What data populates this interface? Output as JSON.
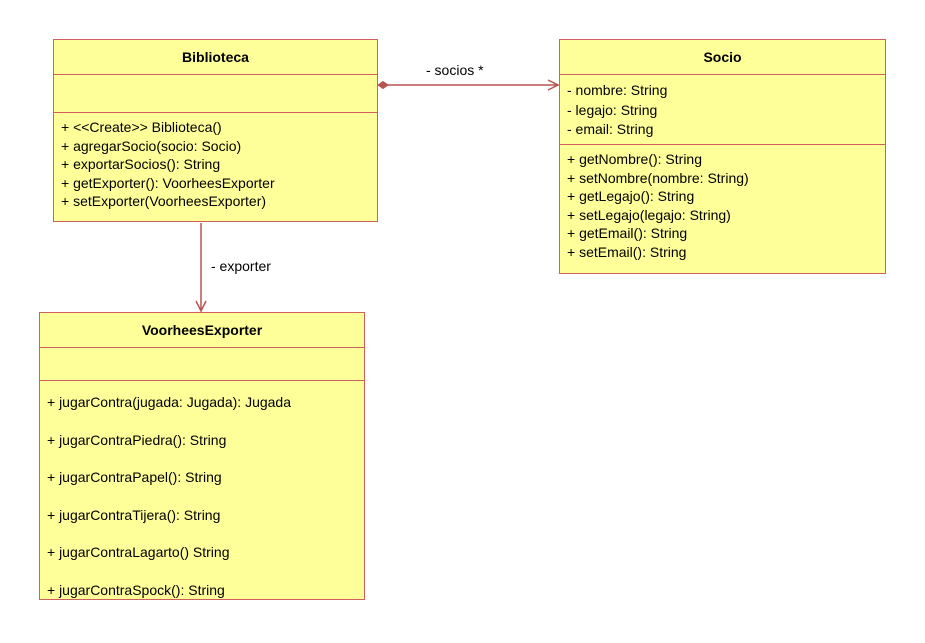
{
  "classes": {
    "biblioteca": {
      "name": "Biblioteca",
      "attributes": [],
      "methods": [
        "+ <<Create>> Biblioteca()",
        "+ agregarSocio(socio: Socio)",
        "+ exportarSocios(): String",
        "+ getExporter(): VoorheesExporter",
        "+ setExporter(VoorheesExporter)"
      ]
    },
    "socio": {
      "name": "Socio",
      "attributes": [
        "- nombre: String",
        "- legajo: String",
        "- email: String"
      ],
      "methods": [
        "+ getNombre(): String",
        "+ setNombre(nombre: String)",
        "+ getLegajo(): String",
        "+ setLegajo(legajo: String)",
        "+ getEmail(): String",
        "+ setEmail(): String"
      ]
    },
    "voorhees": {
      "name": "VoorheesExporter",
      "attributes": [],
      "methods": [
        "+ jugarContra(jugada: Jugada): Jugada",
        "+ jugarContraPiedra(): String",
        "+ jugarContraPapel(): String",
        "+ jugarContraTijera(): String",
        "+ jugarContraLagarto() String",
        "+ jugarContraSpock(): String"
      ]
    }
  },
  "associations": {
    "socios": {
      "label": "- socios *"
    },
    "exporter": {
      "label": "- exporter"
    }
  },
  "colors": {
    "box_fill": "#ffff99",
    "box_border": "#d0605e",
    "connector": "#b85450"
  }
}
